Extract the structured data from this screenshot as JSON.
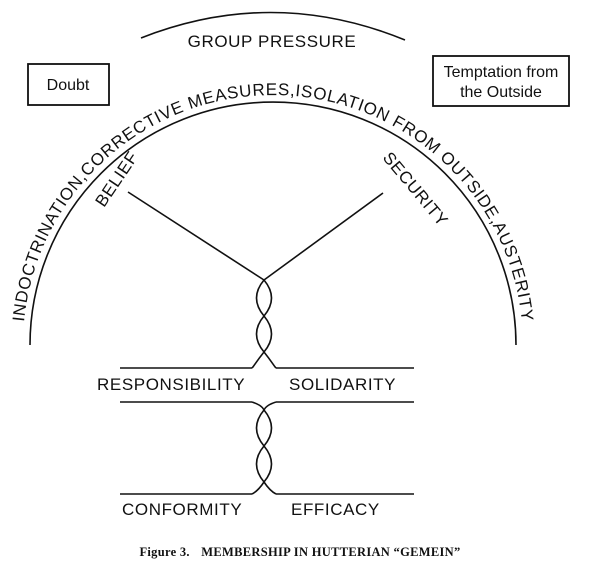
{
  "group_pressure": "GROUP PRESSURE",
  "box_left": "Doubt",
  "box_right": {
    "line1": "Temptation from",
    "line2": "the Outside"
  },
  "arc_label": "INDOCTRINATION,CORRECTIVE MEASURES,ISOLATION FROM OUTSIDE,AUSTERITY",
  "belief": "BELIEF",
  "security": "SECURITY",
  "responsibility": "RESPONSIBILITY",
  "solidarity": "SOLIDARITY",
  "conformity": "CONFORMITY",
  "efficacy": "EFFICACY",
  "caption": {
    "prefix": "Figure 3.",
    "title": "MEMBERSHIP IN HUTTERIAN “GEMEIN”"
  }
}
